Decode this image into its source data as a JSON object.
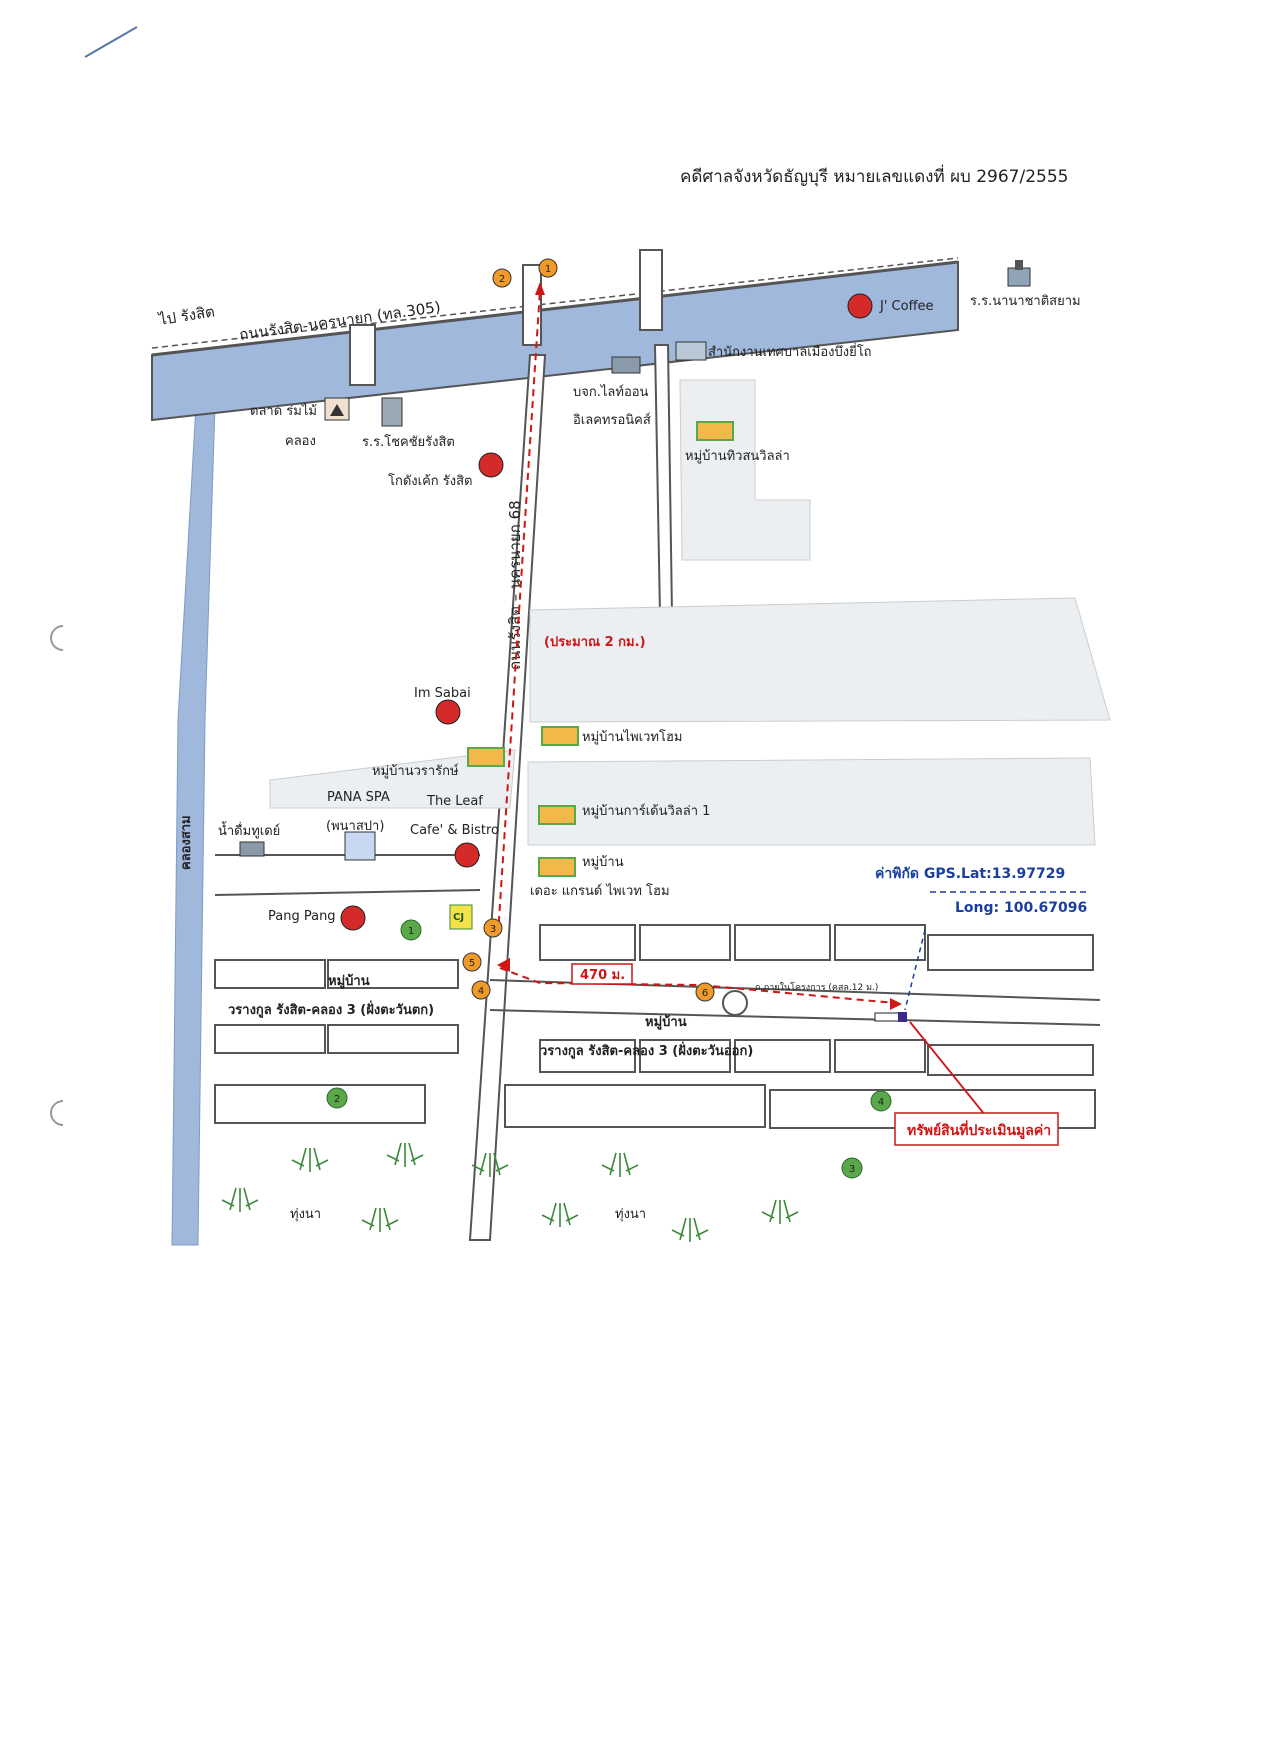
{
  "document": {
    "case_header": "คดีศาลจังหวัดธัญบุรี หมายเลขแดงที่ ผบ 2967/2555"
  },
  "map": {
    "to_rangsit": "ไป รังสิต",
    "main_road": "ถนนรังสิต-นครนายก (ทล.305)",
    "road_68": "ถนนรังสิต – นครนายก 68",
    "canal": "คลองสาม",
    "distance_main": "(ประมาณ 2 กม.)",
    "distance_side": "470 ม.",
    "inner_road": "ถ.ภายในโครงการ (คสล.12 ม.)",
    "gps_lat": "ค่าพิกัด GPS.Lat:13.97729",
    "gps_long": "Long: 100.67096",
    "asset_label": "ทรัพย์สินที่ประเมินมูลค่า",
    "places": {
      "j_coffee": "J' Coffee",
      "nana_school": "ร.ร.นานาชาติสยาม",
      "municipal_office": "สำนักงานเทศบาลเมืองบึงยี่โถ",
      "light_on_1": "บจก.ไลท์ออน",
      "light_on_2": "อิเลคทรอนิคส์",
      "twin_villa": "หมู่บ้านทิวสนวิลล่า",
      "market_1": "ตลาด ร่มไม้",
      "market_2": "คลอง",
      "chokchai_school": "ร.ร.โชคชัยรังสิต",
      "gotang": "โกดังเค้ก รังสิต",
      "im_sabai": "Im Sabai",
      "private_home": "หมู่บ้านไพเวทโฮม",
      "wararak": "หมู่บ้านวรารักษ์",
      "pana_spa_1": "PANA SPA",
      "pana_spa_2": "(พนาสปา)",
      "the_leaf_1": "The Leaf",
      "the_leaf_2": "Cafe' & Bistro",
      "garden_villa": "หมู่บ้านการ์เด้นวิลล่า 1",
      "water_today": "น้ำดื่มทูเดย์",
      "grand_private_1": "หมู่บ้าน",
      "grand_private_2": "เดอะ แกรนด์ ไพเวท โฮม",
      "pang_pang": "Pang Pang",
      "cj_logo": "CJ",
      "warangkul_w_1": "หมู่บ้าน",
      "warangkul_w_2": "วรางกูล รังสิต-คลอง 3 (ฝั่งตะวันตก)",
      "warangkul_e_1": "หมู่บ้าน",
      "warangkul_e_2": "วรางกูล รังสิต-คลอง 3 (ฝั่งตะวันออก)",
      "rice_field_1": "ทุ่งนา",
      "rice_field_2": "ทุ่งนา"
    },
    "orange_markers": [
      "1",
      "2",
      "3",
      "4",
      "5",
      "6"
    ],
    "green_markers": [
      "1",
      "2",
      "3",
      "4"
    ],
    "colors": {
      "water": "#9fb8dc",
      "road_outline": "#555555",
      "route": "#d01515",
      "gps": "#1a3f9c",
      "green_marker": "#5aa84a",
      "orange_marker": "#f09a2a"
    }
  }
}
